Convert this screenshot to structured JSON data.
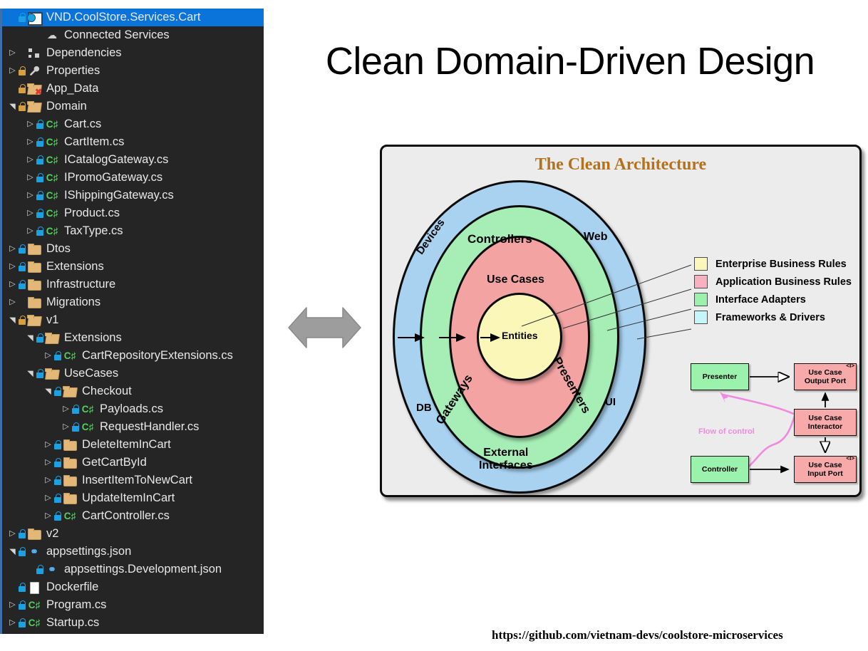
{
  "slide": {
    "title": "Clean Domain-Driven Design",
    "footer_url": "https://github.com/vietnam-devs/coolstore-microservices"
  },
  "solution_explorer": {
    "root_label": "VND.CoolStore.Services.Cart",
    "selected_color": "#0a74da",
    "background_color": "#252526",
    "tree": [
      {
        "label": "VND.CoolStore.Services.Cart",
        "depth": 0,
        "expander": "none",
        "icon": "project-icon",
        "lock": "blue",
        "selected": true
      },
      {
        "label": "Connected Services",
        "depth": 1,
        "expander": "none",
        "icon": "cloud-icon",
        "lock": "none"
      },
      {
        "label": "Dependencies",
        "depth": 0,
        "expander": "collapsed",
        "icon": "dependencies-icon",
        "lock": "none"
      },
      {
        "label": "Properties",
        "depth": 0,
        "expander": "collapsed",
        "icon": "wrench-icon",
        "lock": "gold"
      },
      {
        "label": "App_Data",
        "depth": 0,
        "expander": "none",
        "icon": "folder-open-icon",
        "lock": "gold",
        "overlay": "red-x"
      },
      {
        "label": "Domain",
        "depth": 0,
        "expander": "expanded",
        "icon": "folder-open-icon",
        "lock": "gold"
      },
      {
        "label": "Cart.cs",
        "depth": 1,
        "expander": "collapsed",
        "icon": "csharp-icon",
        "lock": "blue"
      },
      {
        "label": "CartItem.cs",
        "depth": 1,
        "expander": "collapsed",
        "icon": "csharp-icon",
        "lock": "blue"
      },
      {
        "label": "ICatalogGateway.cs",
        "depth": 1,
        "expander": "collapsed",
        "icon": "csharp-icon",
        "lock": "blue"
      },
      {
        "label": "IPromoGateway.cs",
        "depth": 1,
        "expander": "collapsed",
        "icon": "csharp-icon",
        "lock": "blue"
      },
      {
        "label": "IShippingGateway.cs",
        "depth": 1,
        "expander": "collapsed",
        "icon": "csharp-icon",
        "lock": "blue"
      },
      {
        "label": "Product.cs",
        "depth": 1,
        "expander": "collapsed",
        "icon": "csharp-icon",
        "lock": "blue"
      },
      {
        "label": "TaxType.cs",
        "depth": 1,
        "expander": "collapsed",
        "icon": "csharp-icon",
        "lock": "blue"
      },
      {
        "label": "Dtos",
        "depth": 0,
        "expander": "collapsed",
        "icon": "folder-icon",
        "lock": "blue"
      },
      {
        "label": "Extensions",
        "depth": 0,
        "expander": "collapsed",
        "icon": "folder-icon",
        "lock": "blue"
      },
      {
        "label": "Infrastructure",
        "depth": 0,
        "expander": "collapsed",
        "icon": "folder-icon",
        "lock": "blue"
      },
      {
        "label": "Migrations",
        "depth": 0,
        "expander": "collapsed",
        "icon": "folder-icon",
        "lock": "none"
      },
      {
        "label": "v1",
        "depth": 0,
        "expander": "expanded",
        "icon": "folder-open-icon",
        "lock": "gold"
      },
      {
        "label": "Extensions",
        "depth": 1,
        "expander": "expanded",
        "icon": "folder-open-icon",
        "lock": "blue"
      },
      {
        "label": "CartRepositoryExtensions.cs",
        "depth": 2,
        "expander": "collapsed",
        "icon": "csharp-icon",
        "lock": "blue"
      },
      {
        "label": "UseCases",
        "depth": 1,
        "expander": "expanded",
        "icon": "folder-open-icon",
        "lock": "blue"
      },
      {
        "label": "Checkout",
        "depth": 2,
        "expander": "expanded",
        "icon": "folder-open-icon",
        "lock": "blue"
      },
      {
        "label": "Payloads.cs",
        "depth": 3,
        "expander": "collapsed",
        "icon": "csharp-icon",
        "lock": "blue"
      },
      {
        "label": "RequestHandler.cs",
        "depth": 3,
        "expander": "collapsed",
        "icon": "csharp-icon",
        "lock": "blue"
      },
      {
        "label": "DeleteItemInCart",
        "depth": 2,
        "expander": "collapsed",
        "icon": "folder-icon",
        "lock": "blue"
      },
      {
        "label": "GetCartById",
        "depth": 2,
        "expander": "collapsed",
        "icon": "folder-icon",
        "lock": "blue"
      },
      {
        "label": "InsertItemToNewCart",
        "depth": 2,
        "expander": "collapsed",
        "icon": "folder-icon",
        "lock": "blue"
      },
      {
        "label": "UpdateItemInCart",
        "depth": 2,
        "expander": "collapsed",
        "icon": "folder-icon",
        "lock": "blue"
      },
      {
        "label": "CartController.cs",
        "depth": 2,
        "expander": "collapsed",
        "icon": "csharp-icon",
        "lock": "blue"
      },
      {
        "label": "v2",
        "depth": 0,
        "expander": "collapsed",
        "icon": "folder-icon",
        "lock": "blue"
      },
      {
        "label": "appsettings.json",
        "depth": 0,
        "expander": "expanded",
        "icon": "json-icon",
        "lock": "blue"
      },
      {
        "label": "appsettings.Development.json",
        "depth": 1,
        "expander": "none",
        "icon": "json-icon",
        "lock": "blue"
      },
      {
        "label": "Dockerfile",
        "depth": 0,
        "expander": "none",
        "icon": "file-icon",
        "lock": "blue"
      },
      {
        "label": "Program.cs",
        "depth": 0,
        "expander": "collapsed",
        "icon": "csharp-icon",
        "lock": "blue"
      },
      {
        "label": "Startup.cs",
        "depth": 0,
        "expander": "collapsed",
        "icon": "csharp-icon",
        "lock": "blue"
      }
    ]
  },
  "clean_architecture": {
    "title": "The Clean Architecture",
    "title_color": "#b5721d",
    "rings": [
      {
        "name": "Frameworks & Drivers",
        "color": "#a8d2f0"
      },
      {
        "name": "Interface Adapters",
        "color": "#a6eeb6"
      },
      {
        "name": "Application Business Rules",
        "color": "#f4a3a3"
      },
      {
        "name": "Enterprise Business Rules",
        "color": "#faf7b8"
      }
    ],
    "ring_labels": {
      "controllers": "Controllers",
      "use_cases": "Use Cases",
      "entities": "Entities",
      "web": "Web",
      "ui": "UI",
      "db": "DB",
      "devices": "Devices",
      "gateways": "Gateways",
      "presenters": "Presenters",
      "external_line1": "External",
      "external_line2": "Interfaces"
    },
    "legend": [
      {
        "label": "Enterprise Business Rules",
        "color": "#faf7b8"
      },
      {
        "label": "Application Business Rules",
        "color": "#f9b0c0"
      },
      {
        "label": "Interface Adapters",
        "color": "#9af2ac"
      },
      {
        "label": "Frameworks & Drivers",
        "color": "#c4f6fb"
      }
    ],
    "flow": {
      "presenter": "Presenter",
      "controller": "Controller",
      "use_case_output_port_line1": "Use Case",
      "use_case_output_port_line2": "Output Port",
      "use_case_interactor_line1": "Use Case",
      "use_case_interactor_line2": "Interactor",
      "use_case_input_port_line1": "Use Case",
      "use_case_input_port_line2": "Input Port",
      "flow_of_control_label": "Flow of control",
      "flow_of_control_color": "#f08ae0",
      "interface_tag": "<I>"
    }
  }
}
